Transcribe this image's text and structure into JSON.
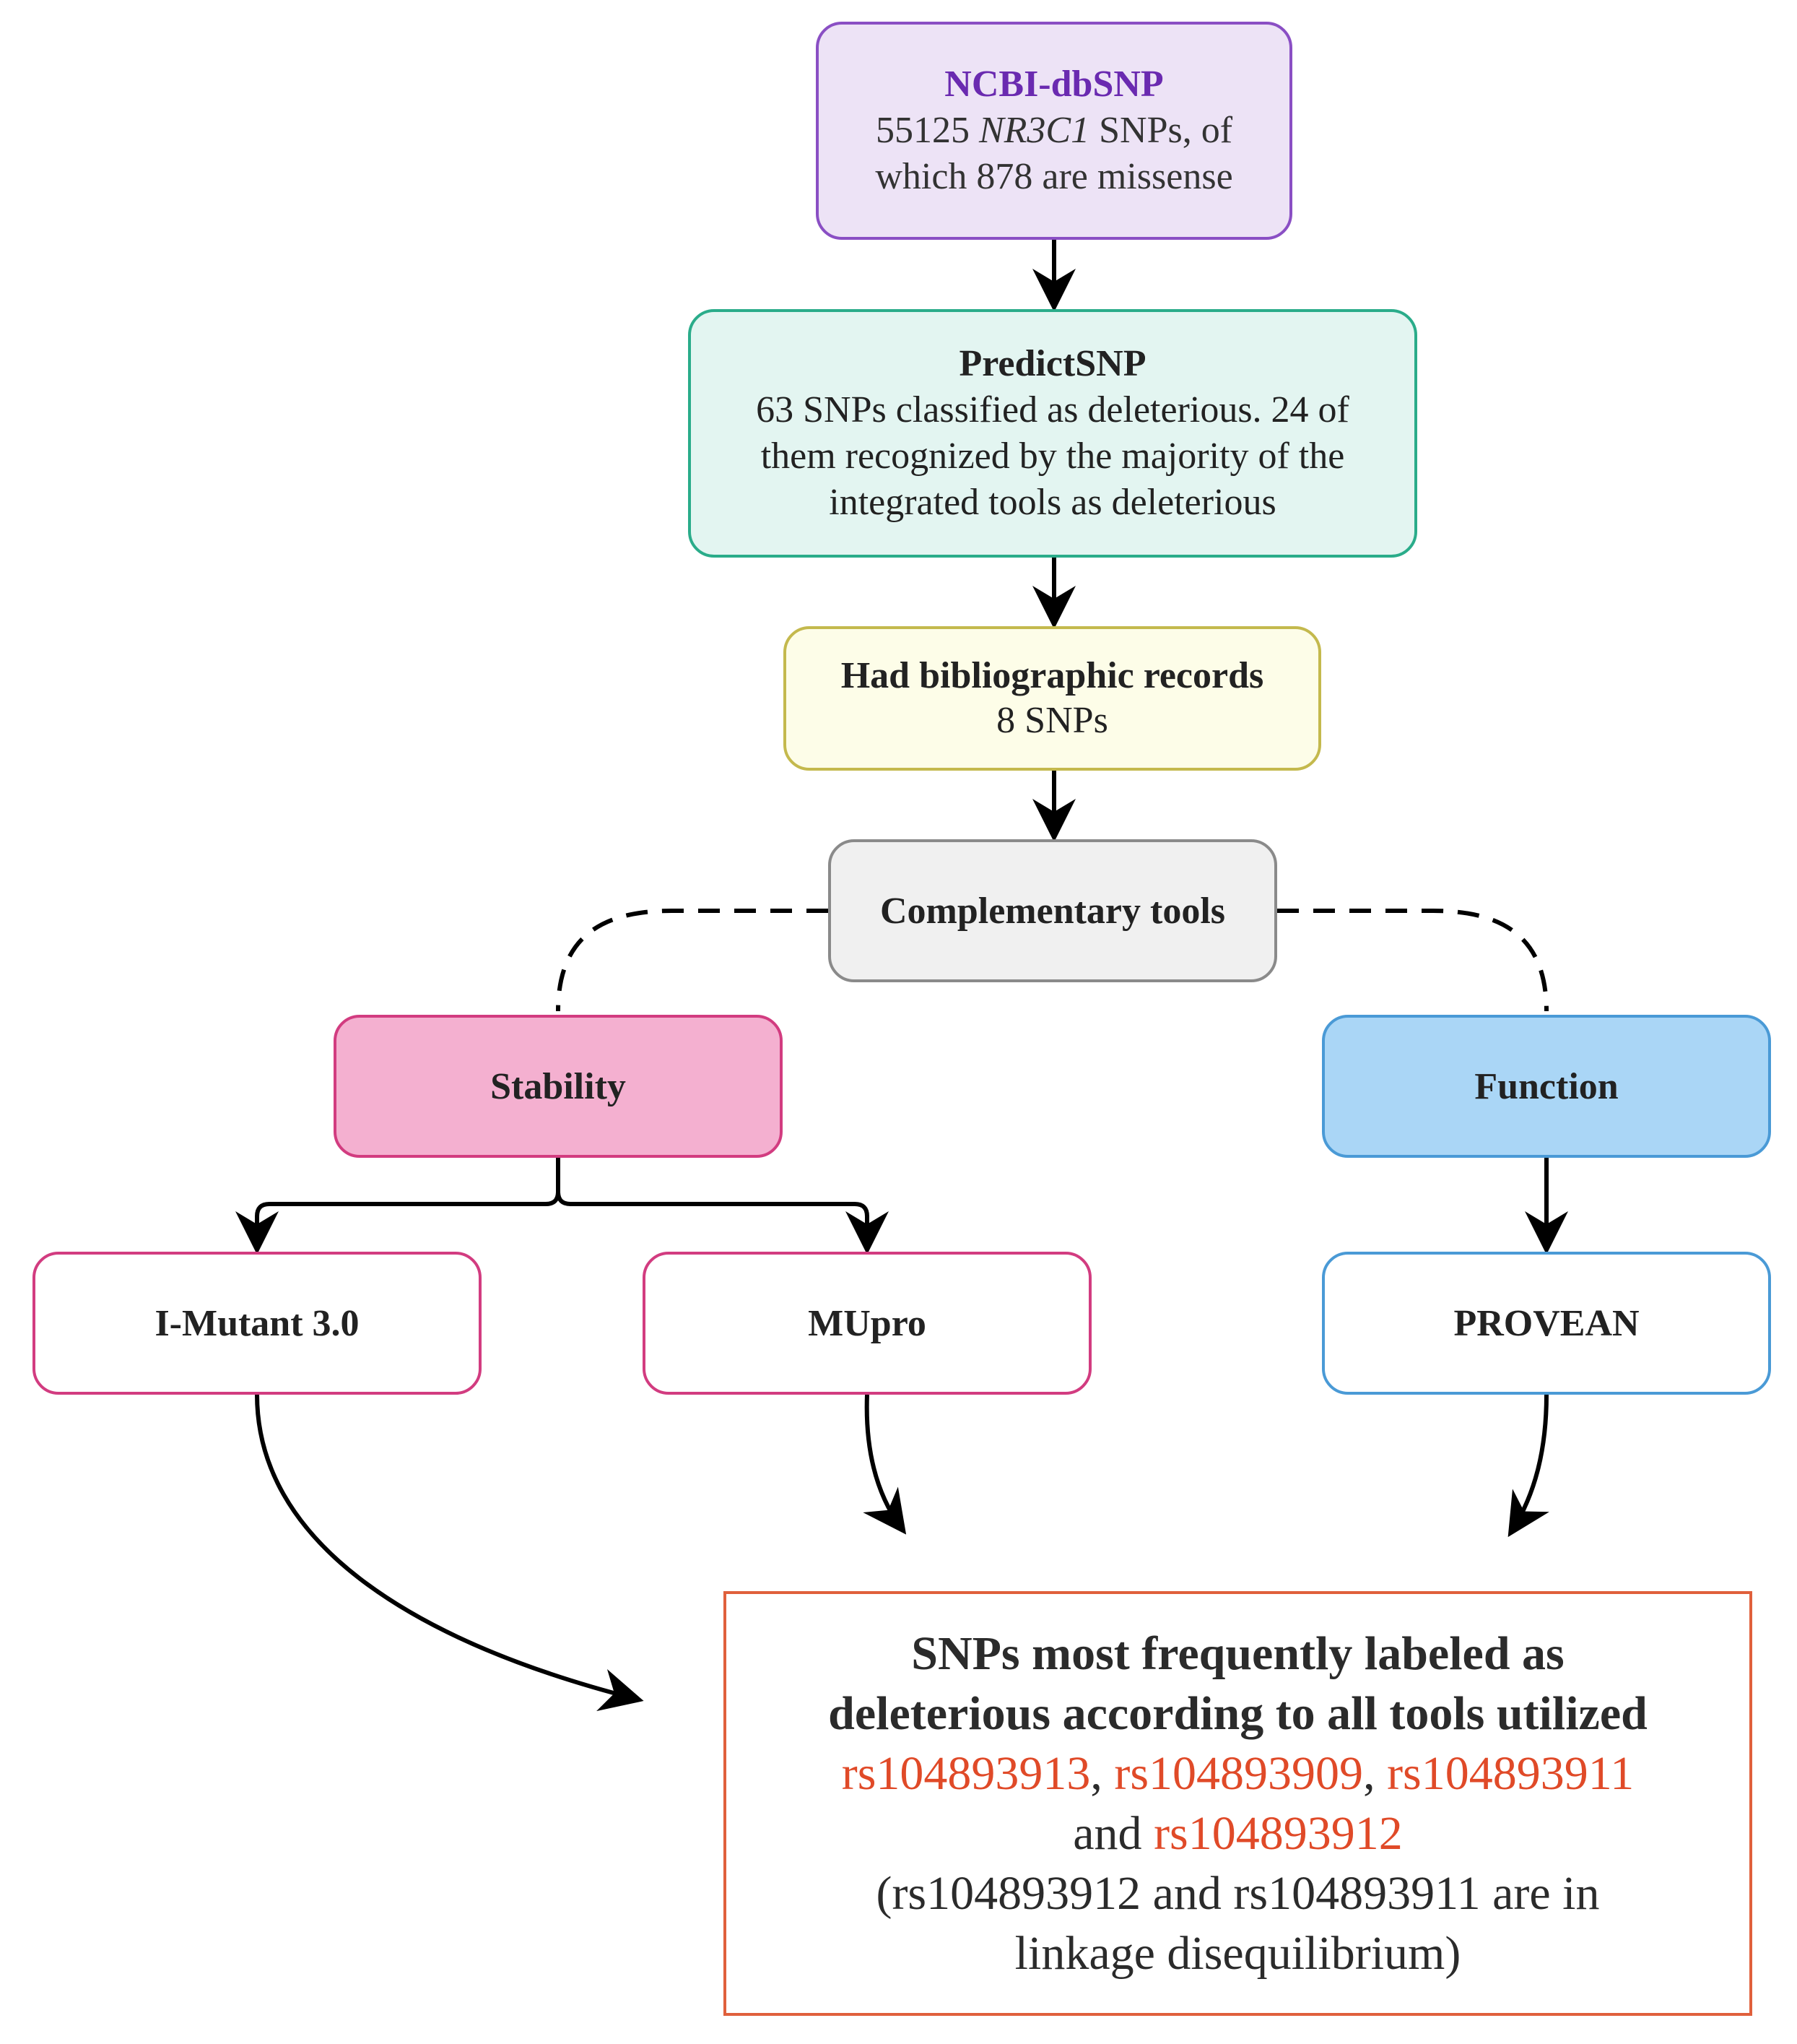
{
  "ncbi": {
    "title": "NCBI-dbSNP",
    "count": "55125",
    "gene": "NR3C1",
    "line1_tail": "SNPs, of",
    "line2": "which 878 are missense"
  },
  "predict": {
    "title": "PredictSNP",
    "line1": "63 SNPs classified as deleterious. 24 of",
    "line2": "them recognized by the majority of the",
    "line3": "integrated tools as deleterious"
  },
  "biblio": {
    "title": "Had bibliographic records",
    "line1": "8 SNPs"
  },
  "complementary": {
    "label": "Complementary tools"
  },
  "stability": {
    "label": "Stability"
  },
  "function": {
    "label": "Function"
  },
  "tools": {
    "imutant": "I-Mutant 3.0",
    "mupro": "MUpro",
    "provean": "PROVEAN"
  },
  "result": {
    "title_line1": "SNPs most frequently labeled as",
    "title_line2": "deleterious according to all tools utilized",
    "snp1": "rs104893913",
    "snp2": "rs104893909",
    "snp3": "rs104893911",
    "sep": ", ",
    "and_text": "and ",
    "snp4": "rs104893912",
    "note_line1": "(rs104893912 and rs104893911 are in",
    "note_line2": "linkage disequilibrium)"
  },
  "colors": {
    "ncbi_border": "#8a4fc4",
    "predict_border": "#2aac8a",
    "biblio_border": "#c4b94d",
    "stability_fill": "#f4b0d0",
    "function_fill": "#aad6f6",
    "result_highlight": "#e04a28"
  }
}
